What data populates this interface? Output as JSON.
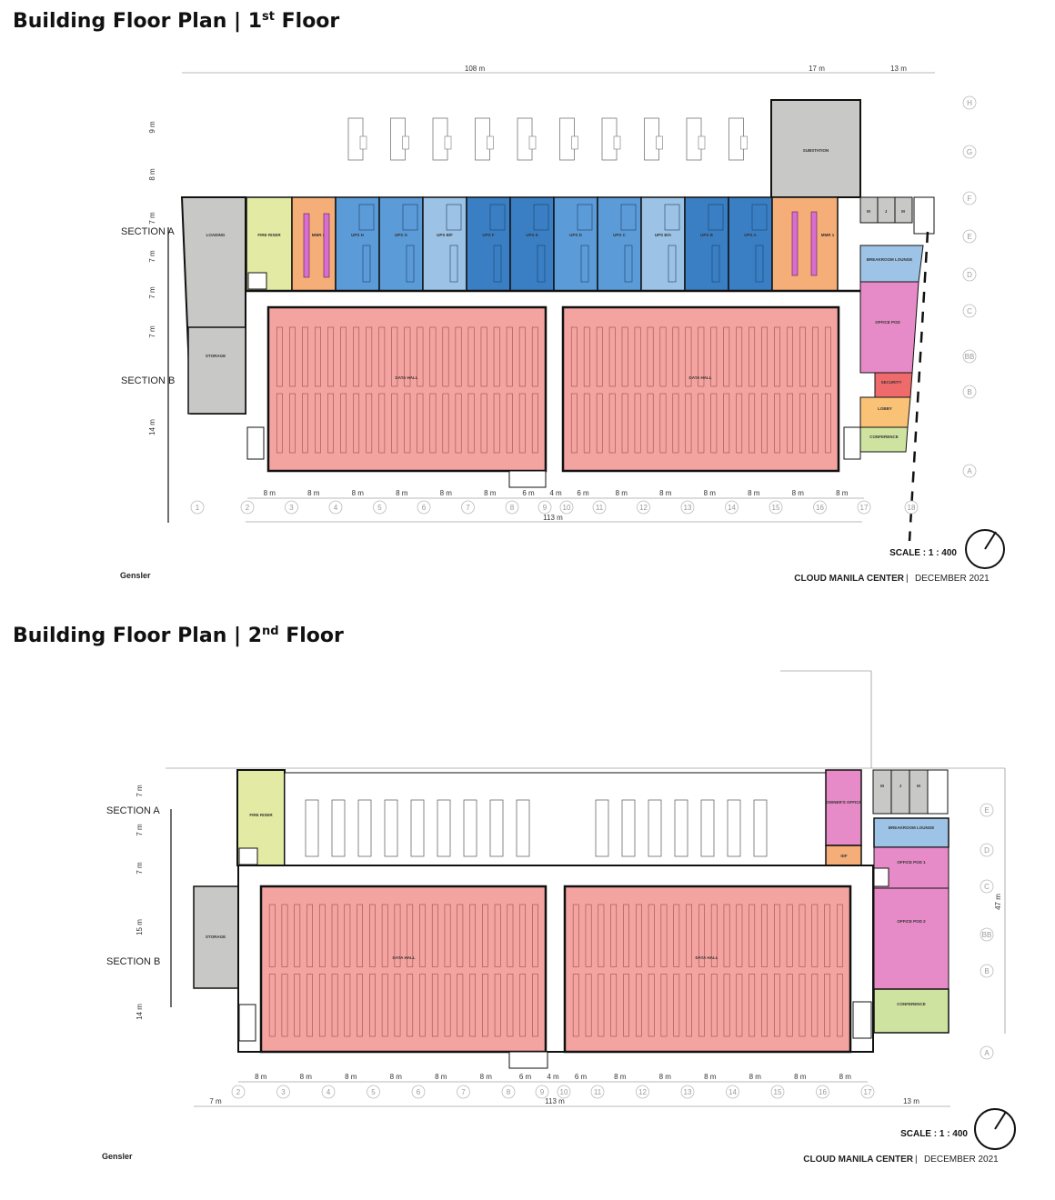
{
  "plans": [
    {
      "title": "Building Floor Plan | 1",
      "title_sup": "st",
      "title_suffix": " Floor",
      "top_dims": [
        "108 m",
        "17 m",
        "13 m"
      ],
      "left_dims": [
        "9 m",
        "8 m",
        "7 m",
        "7 m",
        "7 m",
        "7 m",
        "14 m"
      ],
      "sections": [
        "SECTION A",
        "SECTION B"
      ],
      "rooms": {
        "loading": "LOADING",
        "fire_riser": "FIRE RISER",
        "mmr2": "MMR 2",
        "ups": [
          "UPS H",
          "UPS G",
          "UPS B/F",
          "UPS F",
          "UPS E",
          "UPS D",
          "UPS C",
          "UPS B/A",
          "UPS B",
          "UPS A"
        ],
        "mmr1": "MMR 1",
        "substation": "SUBSTATION",
        "storage": "STORAGE",
        "data_hall_1": "DATA HALL",
        "data_hall_2": "DATA HALL",
        "elec": [
          "M",
          "J",
          "M"
        ],
        "breakroom": "BREAKROOM LOUNGE",
        "office": "OFFICE POD",
        "security": "SECURITY",
        "lobby": "LOBBY",
        "conference": "CONFERENCE"
      },
      "bay_dims": [
        "8 m",
        "8 m",
        "8 m",
        "8 m",
        "8 m",
        "8 m",
        "6 m",
        "4 m",
        "6 m",
        "8 m",
        "8 m",
        "8 m",
        "8 m",
        "8 m",
        "8 m"
      ],
      "total_dim": "113 m",
      "grid_cols": [
        "1",
        "2",
        "3",
        "4",
        "5",
        "6",
        "7",
        "8",
        "9",
        "10",
        "11",
        "12",
        "13",
        "14",
        "15",
        "16",
        "17",
        "18"
      ],
      "grid_rows": [
        "H",
        "G",
        "F",
        "E",
        "D",
        "C",
        "BB",
        "B",
        "A"
      ],
      "scale": "SCALE : 1 : 400",
      "project": "CLOUD MANILA CENTER",
      "date": "DECEMBER 2021",
      "brand": "Gensler"
    },
    {
      "title": "Building Floor Plan | 2",
      "title_sup": "nd",
      "title_suffix": " Floor",
      "left_dims": [
        "7 m",
        "7 m",
        "7 m",
        "15 m",
        "14 m"
      ],
      "right_dim": "47 m",
      "sections": [
        "SECTION A",
        "SECTION B"
      ],
      "rooms": {
        "fire_riser": "FIRE RISER",
        "owners_office": "OWNER'S OFFICE",
        "idf": "IDF",
        "elec": [
          "M",
          "J",
          "M"
        ],
        "breakroom": "BREAKROOM LOUNGE",
        "office_pod_1": "OFFICE POD 1",
        "office_pod_2": "OFFICE POD 2",
        "conference": "CONFERENCE",
        "storage": "STORAGE",
        "data_hall_1": "DATA HALL",
        "data_hall_2": "DATA HALL"
      },
      "bay_dims": [
        "8 m",
        "8 m",
        "8 m",
        "8 m",
        "8 m",
        "8 m",
        "6 m",
        "4 m",
        "6 m",
        "8 m",
        "8 m",
        "8 m",
        "8 m",
        "8 m",
        "8 m"
      ],
      "bottom_dims": [
        "7 m",
        "113 m",
        "13 m"
      ],
      "grid_cols": [
        "2",
        "3",
        "4",
        "5",
        "6",
        "7",
        "8",
        "9",
        "10",
        "11",
        "12",
        "13",
        "14",
        "15",
        "16",
        "17"
      ],
      "grid_rows": [
        "E",
        "D",
        "C",
        "BB",
        "B",
        "A"
      ],
      "scale": "SCALE : 1 : 400",
      "project": "CLOUD MANILA CENTER",
      "date": "DECEMBER 2021",
      "brand": "Gensler"
    }
  ],
  "colors": {
    "gray": "#c8c8c6",
    "yellow": "#e3eaa3",
    "orange": "#f5ae78",
    "blue_dark": "#3a7fc4",
    "blue_mid": "#5b9bd8",
    "blue_light": "#9cc3e6",
    "pink": "#e68bc8",
    "red": "#ef6b6b",
    "hall": "#f4a4a0",
    "green": "#cfe3a0",
    "breakroom": "#9dc3e6"
  }
}
